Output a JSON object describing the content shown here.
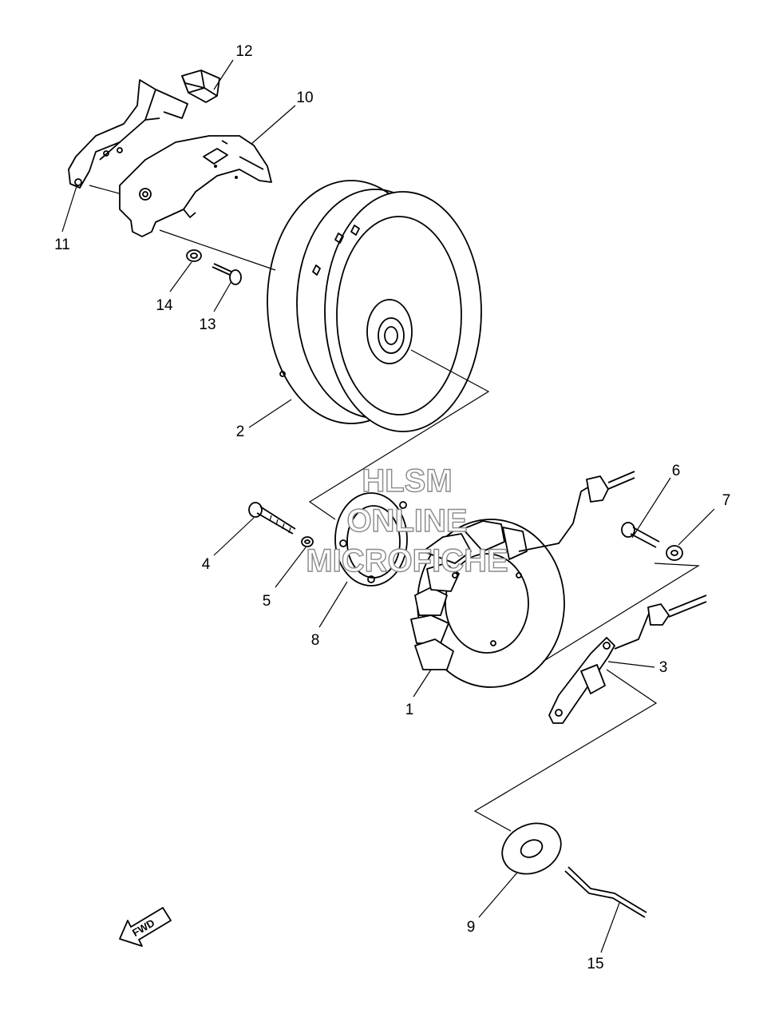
{
  "watermark": {
    "line1": "HLSM",
    "line2": "ONLINE",
    "line3": "MICROFICHE"
  },
  "direction_arrow": {
    "label": "FWD"
  },
  "callouts": [
    {
      "id": "c1",
      "label": "1"
    },
    {
      "id": "c2",
      "label": "2"
    },
    {
      "id": "c3",
      "label": "3"
    },
    {
      "id": "c4",
      "label": "4"
    },
    {
      "id": "c5",
      "label": "5"
    },
    {
      "id": "c6",
      "label": "6"
    },
    {
      "id": "c7",
      "label": "7"
    },
    {
      "id": "c8",
      "label": "8"
    },
    {
      "id": "c9",
      "label": "9"
    },
    {
      "id": "c10",
      "label": "10"
    },
    {
      "id": "c11",
      "label": "11"
    },
    {
      "id": "c12",
      "label": "12"
    },
    {
      "id": "c13",
      "label": "13"
    },
    {
      "id": "c14",
      "label": "14"
    },
    {
      "id": "c15",
      "label": "15"
    }
  ]
}
